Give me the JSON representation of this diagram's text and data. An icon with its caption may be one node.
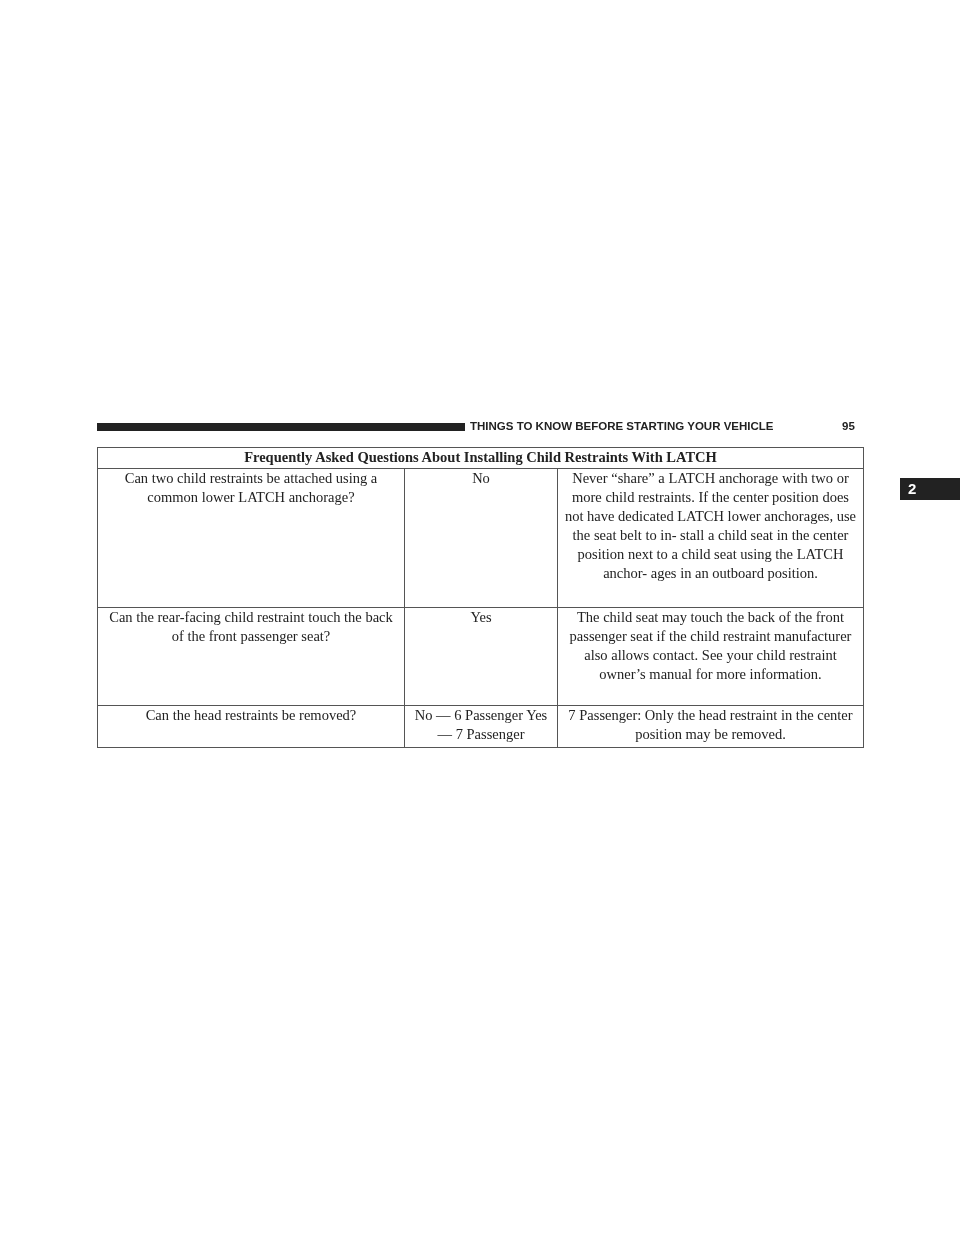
{
  "diagram": {
    "labels": [
      "THINGS TO KNOW BEFORE STARTING YOUR VEHICLE",
      "95",
      "2",
      "Frequently Asked Questions About Installing Child Restraints With LATCH",
      "Can two child restraints be attached using a common lower LATCH anchorage?",
      "No",
      "Never “share” a LATCH anchorage with two or more child restraints. If the center position does not have dedicated LATCH lower anchorages, use the seat belt to in- stall a child seat in the center position next to a child seat using the LATCH anchor- ages in an outboard position.",
      "Can the rear-facing child restraint touch the back of the front passenger seat?",
      "Yes",
      "The child seat may touch the back of the front passenger seat if the child restraint manufacturer also allows contact. See your child restraint owner’s manual for more information.",
      "Can the head restraints be removed?",
      "No — 6 Passenger Yes — 7 Passenger",
      "7 Passenger: Only the head restraint in the center position may be removed."
    ]
  }
}
